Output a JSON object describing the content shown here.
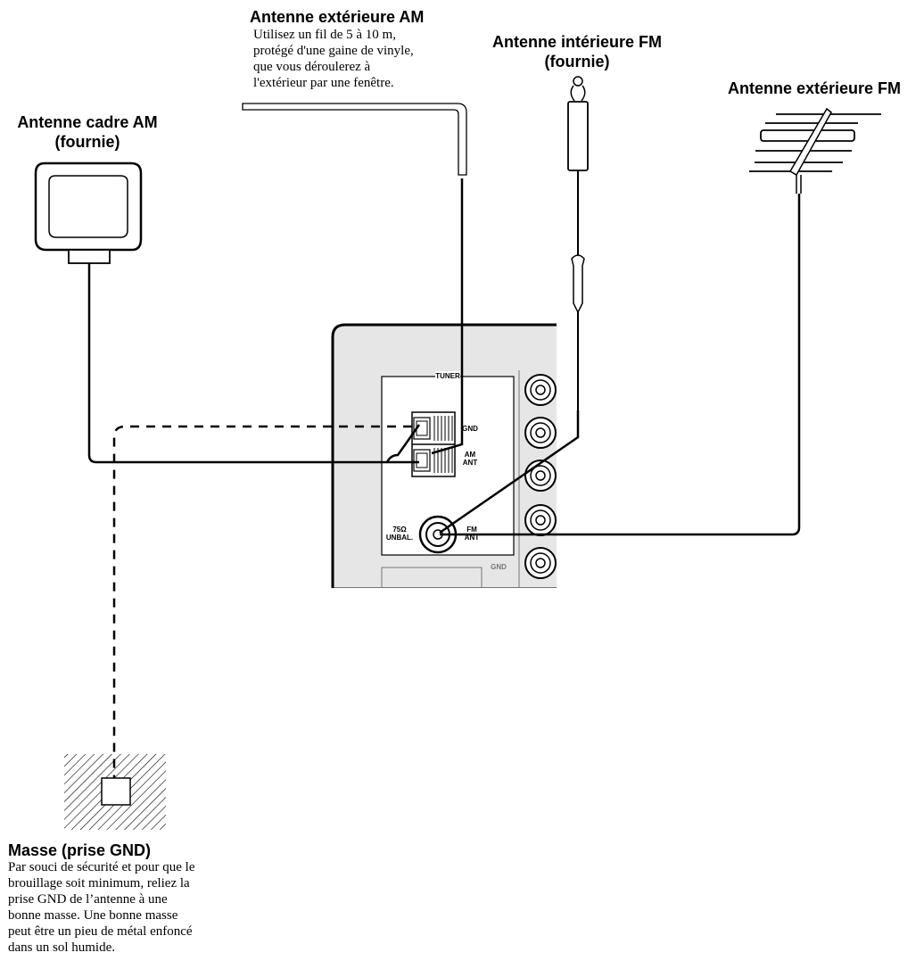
{
  "labels": {
    "am_outdoor": {
      "title": "Antenne extérieure AM",
      "note": [
        "Utilisez un fil de 5 à 10 m,",
        "protégé d'une gaine de vinyle,",
        "que vous déroulerez à",
        "l'extérieur par une fenêtre."
      ]
    },
    "fm_indoor": {
      "title": [
        "Antenne intérieure FM",
        "(fournie)"
      ]
    },
    "fm_outdoor": {
      "title": "Antenne extérieure FM"
    },
    "am_loop": {
      "title": [
        "Antenne cadre AM",
        "(fournie)"
      ]
    },
    "ground": {
      "title": "Masse (prise GND)",
      "note": [
        "Par souci de sécurité et pour que le",
        "brouillage soit minimum, reliez la",
        "prise GND de l’antenne à une",
        "bonne masse. Une bonne masse",
        "peut être un pieu de métal enfoncé",
        "dans un sol humide."
      ]
    }
  },
  "panel": {
    "section": "TUNER",
    "gnd": "GND",
    "am_ant": [
      "AM",
      "ANT"
    ],
    "fm_ant": [
      "FM",
      "ANT"
    ],
    "impedance": [
      "75Ω",
      "UNBAL."
    ],
    "gnd_right": "GND"
  }
}
